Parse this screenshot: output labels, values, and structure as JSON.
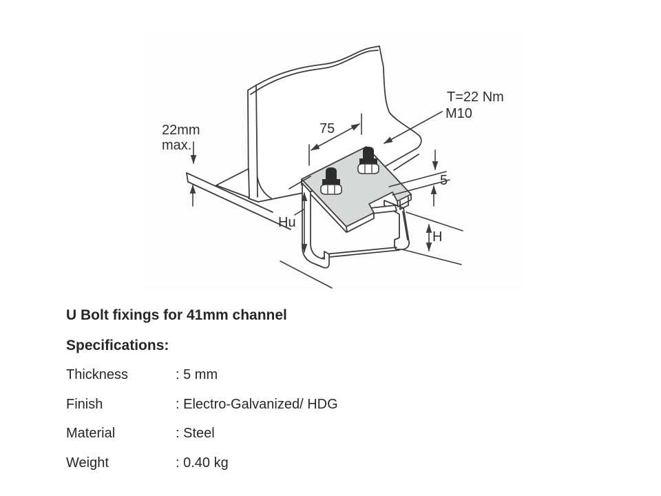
{
  "document": {
    "title": "U Bolt fixings for 41mm channel",
    "specifications_heading": "Specifications:",
    "specs": {
      "rows": [
        {
          "label": "Thickness",
          "value": ": 5 mm"
        },
        {
          "label": "Finish",
          "value": ": Electro-Galvanized/ HDG"
        },
        {
          "label": "Material",
          "value": ": Steel"
        },
        {
          "label": "Weight",
          "value": ": 0.40 kg"
        }
      ]
    }
  },
  "diagram": {
    "description": "Isometric technical drawing of a U bolt beam clamp fixing a 41mm strut channel to a beam flange",
    "labels": {
      "flange_clearance_line1": "22mm",
      "flange_clearance_line2": "max.",
      "bolt_spacing": "75",
      "torque": "T=22 Nm",
      "bolt_size": "M10",
      "beam_height": "Hu",
      "plate_thickness": "5",
      "channel_height": "H"
    },
    "colors": {
      "line": "#3d3d3d",
      "plate_fill": "#d6d9da",
      "bolt_fill": "#2b2d2f",
      "text": "#2e2e2e"
    }
  }
}
